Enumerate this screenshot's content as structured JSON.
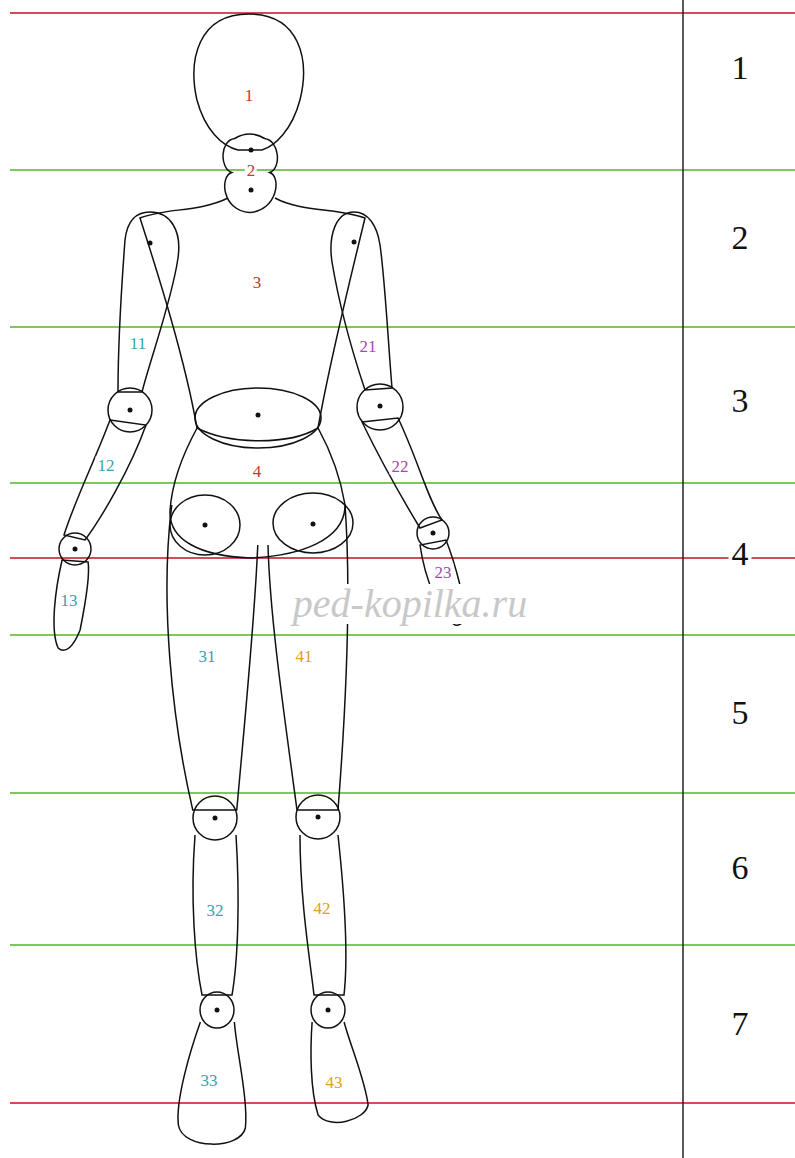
{
  "diagram": {
    "nodes": [
      {
        "text": [
          "1"
        ]
      },
      {
        "text": [
          "2"
        ]
      },
      {
        "text": [
          "3"
        ]
      },
      {
        "text": [
          "4"
        ]
      },
      {
        "text": [
          "11"
        ]
      },
      {
        "text": [
          "12"
        ]
      },
      {
        "text": [
          "13"
        ]
      },
      {
        "text": [
          "21"
        ]
      },
      {
        "text": [
          "22"
        ]
      },
      {
        "text": [
          "23"
        ]
      },
      {
        "text": [
          "31"
        ]
      },
      {
        "text": [
          "32"
        ]
      },
      {
        "text": [
          "33"
        ]
      },
      {
        "text": [
          "41"
        ]
      },
      {
        "text": [
          "42"
        ]
      },
      {
        "text": [
          "43"
        ]
      }
    ],
    "labels": [
      "1",
      "2",
      "3",
      "4",
      "5",
      "6",
      "7",
      "ped-kopilka.ru"
    ]
  }
}
